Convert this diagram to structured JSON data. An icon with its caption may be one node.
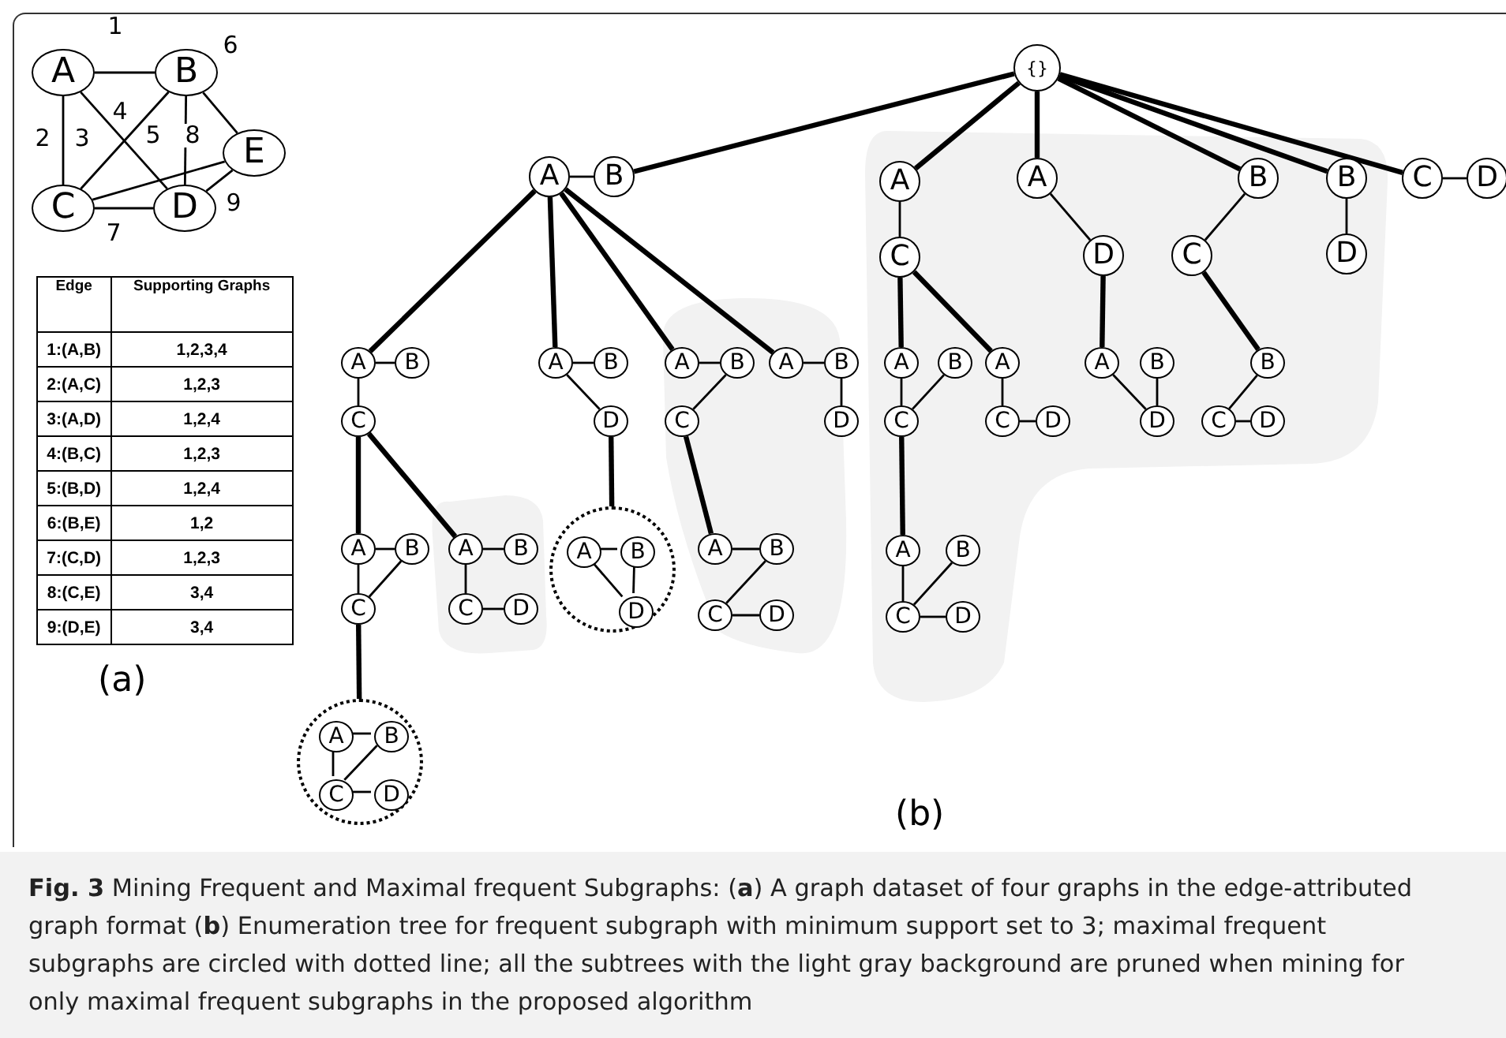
{
  "diagram": {
    "caption": "**Fig. 3** Mining Frequent and Maximal frequent Subgraphs: (**a**) A graph dataset of four graphs in the edge-attributed graph format (**b**) Enumeration tree for frequent subgraph with minimum support set to 3; maximal frequent subgraphs are circled with dotted line; all the subtrees with the light gray background are pruned when mining for only maximal frequent subgraphs in the proposed algorithm",
    "nodes": [
      {
        "text": [
          "A"
        ]
      },
      {
        "text": [
          "B"
        ]
      },
      {
        "text": [
          "E"
        ]
      },
      {
        "text": [
          "C"
        ]
      },
      {
        "text": [
          "D"
        ]
      },
      {
        "text": [
          "{}"
        ]
      },
      {
        "text": [
          "A"
        ]
      },
      {
        "text": [
          "B"
        ]
      },
      {
        "text": [
          "A"
        ]
      },
      {
        "text": [
          "C"
        ]
      },
      {
        "text": [
          "A"
        ]
      },
      {
        "text": [
          "D"
        ]
      },
      {
        "text": [
          "B"
        ]
      },
      {
        "text": [
          "C"
        ]
      },
      {
        "text": [
          "B"
        ]
      },
      {
        "text": [
          "D"
        ]
      },
      {
        "text": [
          "C"
        ]
      },
      {
        "text": [
          "D"
        ]
      },
      {
        "text": [
          "A"
        ]
      },
      {
        "text": [
          "B"
        ]
      },
      {
        "text": [
          "C"
        ]
      },
      {
        "text": [
          "A"
        ]
      },
      {
        "text": [
          "B"
        ]
      },
      {
        "text": [
          "D"
        ]
      },
      {
        "text": [
          "A"
        ]
      },
      {
        "text": [
          "B"
        ]
      },
      {
        "text": [
          "C"
        ]
      },
      {
        "text": [
          "A"
        ]
      },
      {
        "text": [
          "B"
        ]
      },
      {
        "text": [
          "D"
        ]
      },
      {
        "text": [
          "A"
        ]
      },
      {
        "text": [
          "B"
        ]
      },
      {
        "text": [
          "C"
        ]
      },
      {
        "text": [
          "A"
        ]
      },
      {
        "text": [
          "C"
        ]
      },
      {
        "text": [
          "D"
        ]
      },
      {
        "text": [
          "A"
        ]
      },
      {
        "text": [
          "B"
        ]
      },
      {
        "text": [
          "D"
        ]
      },
      {
        "text": [
          "B"
        ]
      },
      {
        "text": [
          "C"
        ]
      },
      {
        "text": [
          "D"
        ]
      },
      {
        "text": [
          "A"
        ]
      },
      {
        "text": [
          "B"
        ]
      },
      {
        "text": [
          "C"
        ]
      },
      {
        "text": [
          "A"
        ]
      },
      {
        "text": [
          "B"
        ]
      },
      {
        "text": [
          "C"
        ]
      },
      {
        "text": [
          "D"
        ]
      },
      {
        "text": [],
        "shape": "circle"
      },
      {
        "text": [
          "A"
        ],
        "in": 49
      },
      {
        "text": [
          "B"
        ],
        "in": 49
      },
      {
        "text": [
          "D"
        ],
        "in": 49
      },
      {
        "text": [
          "A"
        ]
      },
      {
        "text": [
          "B"
        ]
      },
      {
        "text": [
          "C"
        ]
      },
      {
        "text": [
          "D"
        ]
      },
      {
        "text": [
          "A"
        ]
      },
      {
        "text": [
          "B"
        ]
      },
      {
        "text": [
          "C"
        ]
      },
      {
        "text": [
          "D"
        ]
      },
      {
        "text": [],
        "shape": "circle"
      },
      {
        "text": [
          "A"
        ],
        "in": 61
      },
      {
        "text": [
          "B"
        ],
        "in": 61
      },
      {
        "text": [
          "C"
        ],
        "in": 61
      },
      {
        "text": [
          "D"
        ],
        "in": 61
      }
    ],
    "edges": [
      {
        "from": 0,
        "to": 1,
        "arrow": "none",
        "label": "1"
      },
      {
        "from": 0,
        "to": 3,
        "arrow": "none",
        "label": "2"
      },
      {
        "from": 0,
        "to": 4,
        "arrow": "none",
        "label": "3"
      },
      {
        "from": 1,
        "to": 3,
        "arrow": "none",
        "label": "4"
      },
      {
        "from": 1,
        "to": 4,
        "arrow": "none",
        "label": "5"
      },
      {
        "from": 1,
        "to": 2,
        "arrow": "none",
        "label": "6"
      },
      {
        "from": 3,
        "to": 4,
        "arrow": "none",
        "label": "7"
      },
      {
        "from": 3,
        "to": 2,
        "arrow": "none",
        "label": "8"
      },
      {
        "from": 4,
        "to": 2,
        "arrow": "none",
        "label": "9"
      },
      {
        "from": 5,
        "to": 7,
        "arrow": "none",
        "style": "thick"
      },
      {
        "from": 5,
        "to": 8,
        "arrow": "none",
        "style": "thick"
      },
      {
        "from": 5,
        "to": 10,
        "arrow": "none",
        "style": "thick"
      },
      {
        "from": 5,
        "to": 12,
        "arrow": "none",
        "style": "thick"
      },
      {
        "from": 5,
        "to": 14,
        "arrow": "none",
        "style": "thick"
      },
      {
        "from": 5,
        "to": 16,
        "arrow": "none",
        "style": "thick"
      },
      {
        "from": 6,
        "to": 7,
        "arrow": "none"
      },
      {
        "from": 8,
        "to": 9,
        "arrow": "none"
      },
      {
        "from": 10,
        "to": 11,
        "arrow": "none"
      },
      {
        "from": 12,
        "to": 13,
        "arrow": "none"
      },
      {
        "from": 14,
        "to": 15,
        "arrow": "none"
      },
      {
        "from": 16,
        "to": 17,
        "arrow": "none"
      },
      {
        "from": 6,
        "to": 18,
        "arrow": "none",
        "style": "thick"
      },
      {
        "from": 6,
        "to": 21,
        "arrow": "none",
        "style": "thick"
      },
      {
        "from": 6,
        "to": 24,
        "arrow": "none",
        "style": "thick"
      },
      {
        "from": 6,
        "to": 27,
        "arrow": "none",
        "style": "thick"
      },
      {
        "from": 18,
        "to": 19,
        "arrow": "none"
      },
      {
        "from": 18,
        "to": 20,
        "arrow": "none"
      },
      {
        "from": 21,
        "to": 22,
        "arrow": "none"
      },
      {
        "from": 21,
        "to": 23,
        "arrow": "none"
      },
      {
        "from": 24,
        "to": 25,
        "arrow": "none"
      },
      {
        "from": 25,
        "to": 26,
        "arrow": "none"
      },
      {
        "from": 27,
        "to": 28,
        "arrow": "none"
      },
      {
        "from": 28,
        "to": 29,
        "arrow": "none"
      },
      {
        "from": 9,
        "to": 30,
        "arrow": "none",
        "style": "thick"
      },
      {
        "from": 9,
        "to": 33,
        "arrow": "none",
        "style": "thick"
      },
      {
        "from": 30,
        "to": 32,
        "arrow": "none"
      },
      {
        "from": 31,
        "to": 32,
        "arrow": "none"
      },
      {
        "from": 33,
        "to": 34,
        "arrow": "none"
      },
      {
        "from": 34,
        "to": 35,
        "arrow": "none"
      },
      {
        "from": 11,
        "to": 36,
        "arrow": "none",
        "style": "thick"
      },
      {
        "from": 36,
        "to": 38,
        "arrow": "none"
      },
      {
        "from": 37,
        "to": 38,
        "arrow": "none"
      },
      {
        "from": 13,
        "to": 39,
        "arrow": "none",
        "style": "thick"
      },
      {
        "from": 39,
        "to": 40,
        "arrow": "none"
      },
      {
        "from": 40,
        "to": 41,
        "arrow": "none"
      },
      {
        "from": 20,
        "to": 42,
        "arrow": "none",
        "style": "thick"
      },
      {
        "from": 42,
        "to": 43,
        "arrow": "none"
      },
      {
        "from": 42,
        "to": 44,
        "arrow": "none"
      },
      {
        "from": 43,
        "to": 44,
        "arrow": "none"
      },
      {
        "from": 20,
        "to": 45,
        "arrow": "none",
        "style": "thick"
      },
      {
        "from": 45,
        "to": 46,
        "arrow": "none"
      },
      {
        "from": 45,
        "to": 47,
        "arrow": "none"
      },
      {
        "from": 47,
        "to": 48,
        "arrow": "none"
      },
      {
        "from": 23,
        "to": 49,
        "arrow": "none",
        "style": "thick"
      },
      {
        "from": 50,
        "to": 51,
        "arrow": "none"
      },
      {
        "from": 50,
        "to": 52,
        "arrow": "none"
      },
      {
        "from": 51,
        "to": 52,
        "arrow": "none"
      },
      {
        "from": 26,
        "to": 53,
        "arrow": "none",
        "style": "thick"
      },
      {
        "from": 53,
        "to": 54,
        "arrow": "none"
      },
      {
        "from": 54,
        "to": 55,
        "arrow": "none"
      },
      {
        "from": 55,
        "to": 56,
        "arrow": "none"
      },
      {
        "from": 32,
        "to": 57,
        "arrow": "none",
        "style": "thick"
      },
      {
        "from": 57,
        "to": 59,
        "arrow": "none"
      },
      {
        "from": 58,
        "to": 59,
        "arrow": "none"
      },
      {
        "from": 59,
        "to": 60,
        "arrow": "none"
      },
      {
        "from": 44,
        "to": 61,
        "arrow": "none",
        "style": "thick"
      },
      {
        "from": 62,
        "to": 63,
        "arrow": "none"
      },
      {
        "from": 62,
        "to": 64,
        "arrow": "none"
      },
      {
        "from": 63,
        "to": 64,
        "arrow": "none"
      },
      {
        "from": 64,
        "to": 65,
        "arrow": "none"
      }
    ],
    "labels": [
      "Edge",
      "Supporting Graphs",
      "1:(A,B)",
      "1,2,3,4",
      "2:(A,C)",
      "1,2,3",
      "3:(A,D)",
      "1,2,4",
      "4:(B,C)",
      "1,2,3",
      "5:(B,D)",
      "1,2,4",
      "6:(B,E)",
      "1,2",
      "7:(C,D)",
      "1,2,3",
      "8:(C,E)",
      "3,4",
      "9:(D,E)",
      "3,4",
      "(a)",
      "(b)"
    ]
  }
}
